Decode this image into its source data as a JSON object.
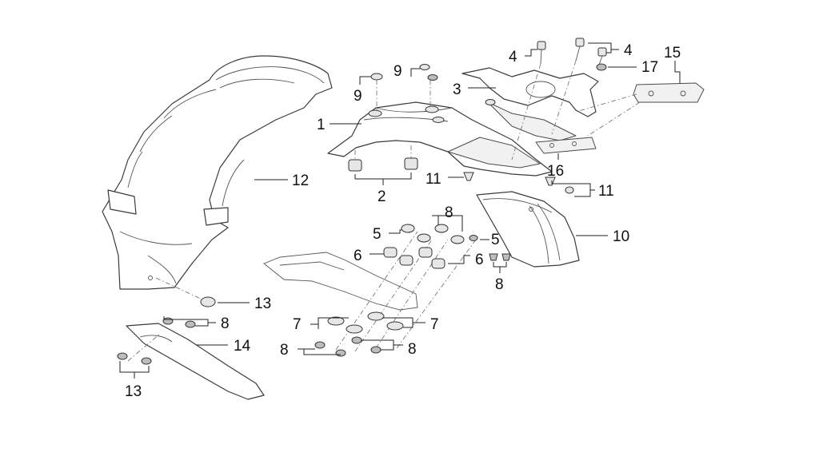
{
  "diagram": {
    "callouts": {
      "c1": "1",
      "c2": "2",
      "c3": "3",
      "c4a": "4",
      "c4b": "4",
      "c5a": "5",
      "c5b": "5",
      "c6a": "6",
      "c6b": "6",
      "c7a": "7",
      "c7b": "7",
      "c8a": "8",
      "c8b": "8",
      "c8c": "8",
      "c8d": "8",
      "c8e": "8",
      "c9a": "9",
      "c9b": "9",
      "c10": "10",
      "c11a": "11",
      "c11b": "11",
      "c12": "12",
      "c13a": "13",
      "c13b": "13",
      "c14": "14",
      "c15": "15",
      "c16": "16",
      "c17": "17"
    }
  }
}
